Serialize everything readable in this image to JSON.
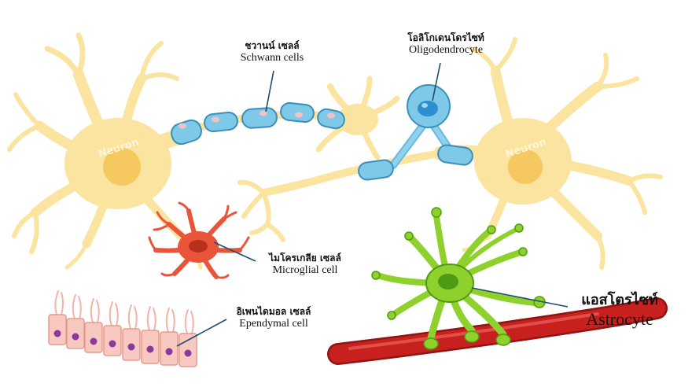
{
  "neuron_labels": {
    "left": "Neuron",
    "right": "Neuron"
  },
  "labels": {
    "schwann": {
      "thai": "ชวานน์ เซลล์",
      "english": "Schwann cells"
    },
    "oligodendrocyte": {
      "thai": "โอลิโกเดนโดรไซท์",
      "english": "Oligodendrocyte"
    },
    "microglial": {
      "thai": "ไมโครเกลีย เซลล์",
      "english": "Microglial cell"
    },
    "ependymal": {
      "thai": "อิเพนไดมอล เซลล์",
      "english": "Ependymal cell"
    },
    "astrocyte": {
      "thai": "แอสโตรไซท์",
      "english": "Astrocyte"
    }
  },
  "colors": {
    "neuron": "#fbe3a0",
    "neuron_core": "#f6c860",
    "schwann": "#7ec8e8",
    "oligodendrocyte": "#6bb8e0",
    "microglia": "#e8553a",
    "ependymal": "#f8c9c0",
    "ependymal_nucleus": "#8b3aa0",
    "astrocyte": "#8ed12c",
    "astrocyte_dark": "#4f9a14",
    "vessel": "#c8201e",
    "leader_line": "#1f4e6b"
  }
}
